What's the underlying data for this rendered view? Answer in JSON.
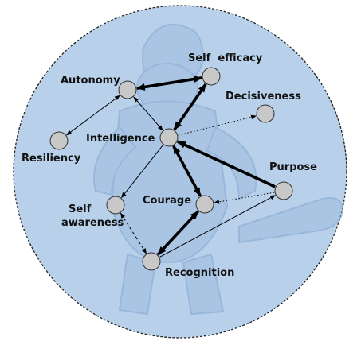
{
  "diagram": {
    "colors": {
      "background": "#ffffff",
      "circle_fill": "#b8d0ea",
      "circle_border": "#222222",
      "figure_fill": "#9fbde0",
      "node_fill": "#c8c8c8",
      "node_stroke": "#333333",
      "arrow_color": "#000000"
    },
    "background_figure_icon": "caveman-illustration",
    "nodes": [
      {
        "id": "autonomy",
        "label": "Autonomy"
      },
      {
        "id": "self_efficacy",
        "label": "Self  efficacy"
      },
      {
        "id": "decisiveness",
        "label": "Decisiveness"
      },
      {
        "id": "resiliency",
        "label": "Resiliency"
      },
      {
        "id": "intelligence",
        "label": "Intelligence"
      },
      {
        "id": "purpose",
        "label": "Purpose"
      },
      {
        "id": "self_awareness",
        "label_line1": "Self",
        "label_line2": "awareness"
      },
      {
        "id": "courage",
        "label": "Courage"
      },
      {
        "id": "recognition",
        "label": "Recognition"
      }
    ],
    "edges": [
      {
        "from": "autonomy",
        "to": "self_efficacy",
        "style": "thick",
        "direction": "both"
      },
      {
        "from": "autonomy",
        "to": "resiliency",
        "style": "thin",
        "direction": "both"
      },
      {
        "from": "autonomy",
        "to": "intelligence",
        "style": "thin",
        "direction": "both"
      },
      {
        "from": "self_efficacy",
        "to": "intelligence",
        "style": "thick",
        "direction": "both"
      },
      {
        "from": "intelligence",
        "to": "decisiveness",
        "style": "dotted",
        "direction": "forward"
      },
      {
        "from": "purpose",
        "to": "intelligence",
        "style": "thick",
        "direction": "forward"
      },
      {
        "from": "intelligence",
        "to": "self_awareness",
        "style": "thin",
        "direction": "forward"
      },
      {
        "from": "intelligence",
        "to": "courage",
        "style": "thick",
        "direction": "both"
      },
      {
        "from": "purpose",
        "to": "courage",
        "style": "dotted",
        "direction": "forward"
      },
      {
        "from": "self_awareness",
        "to": "recognition",
        "style": "dashed",
        "direction": "both"
      },
      {
        "from": "courage",
        "to": "recognition",
        "style": "thick",
        "direction": "both"
      },
      {
        "from": "recognition",
        "to": "purpose",
        "style": "thin",
        "direction": "forward"
      }
    ]
  }
}
